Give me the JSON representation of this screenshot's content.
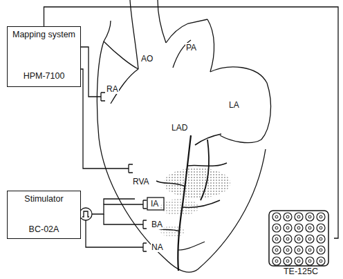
{
  "diagram": {
    "nodes": [
      {
        "text": [
          "Mapping system",
          "HPM-7100"
        ]
      },
      {
        "text": [
          "Stimulator",
          "BC-02A"
        ]
      },
      {
        "text": [
          "TE-125C"
        ]
      }
    ],
    "edges": [
      {
        "from": 0,
        "to": 2,
        "arrow": "none"
      }
    ],
    "labels": [
      "AO",
      "PA",
      "LA",
      "LAD",
      "RA",
      "RVA",
      "IA",
      "BA",
      "NA"
    ]
  }
}
